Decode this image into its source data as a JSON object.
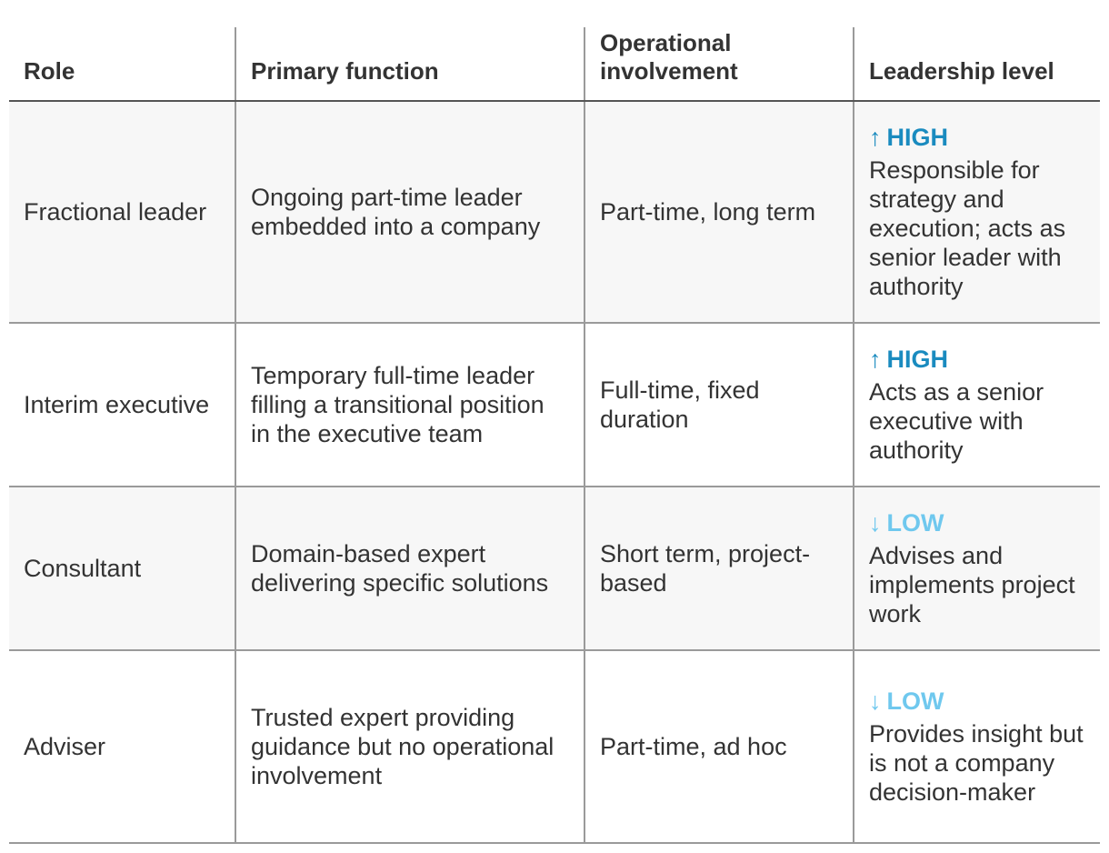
{
  "headers": {
    "role": "Role",
    "function": "Primary function",
    "involvement": "Operational involvement",
    "leadership": "Leadership level"
  },
  "colors": {
    "high": "#1a8bbf",
    "low": "#6fc8ee"
  },
  "rows": [
    {
      "role": "Fractional leader",
      "function": "Ongoing part-time leader embedded into a company",
      "involvement": "Part-time, long term",
      "level_icon": "↑",
      "level_icon_name": "arrow-up-icon",
      "level": "HIGH",
      "level_color": "#1a8bbf",
      "desc": "Responsible for strategy and execution; acts as senior leader with authority"
    },
    {
      "role": "Interim executive",
      "function": "Temporary full-time leader filling a transitional position in the executive team",
      "involvement": "Full-time, fixed duration",
      "level_icon": "↑",
      "level_icon_name": "arrow-up-icon",
      "level": "HIGH",
      "level_color": "#1a8bbf",
      "desc": "Acts as a senior executive with authority"
    },
    {
      "role": "Consultant",
      "function": "Domain-based expert delivering specific solutions",
      "involvement": "Short term, project-based",
      "level_icon": "↓",
      "level_icon_name": "arrow-down-icon",
      "level": "LOW",
      "level_color": "#6fc8ee",
      "desc": "Advises and implements project work"
    },
    {
      "role": "Adviser",
      "function": "Trusted expert providing guidance but no operational involvement",
      "involvement": "Part-time, ad hoc",
      "level_icon": "↓",
      "level_icon_name": "arrow-down-icon",
      "level": "LOW",
      "level_color": "#6fc8ee",
      "desc": "Provides insight but is not a company decision-maker"
    }
  ]
}
